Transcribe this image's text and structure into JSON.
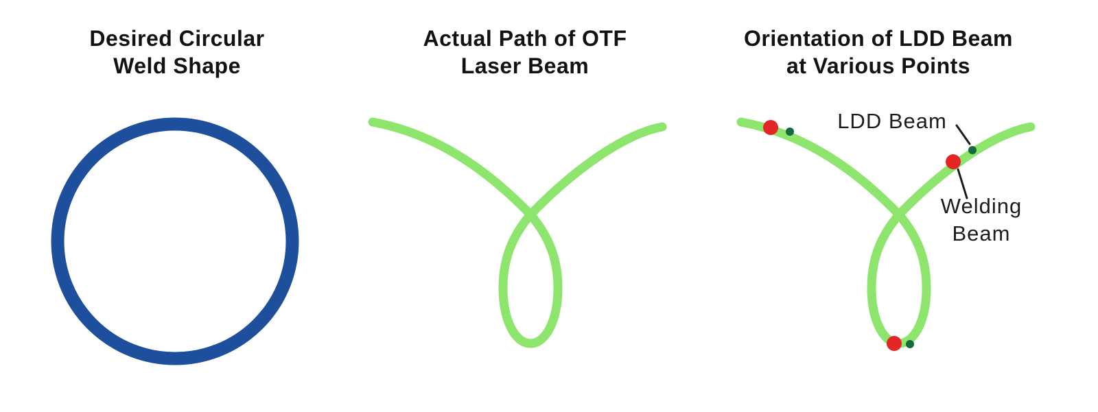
{
  "colors": {
    "weld_circle_blue": "#1e4f9c",
    "laser_path_green": "#8de56d",
    "ldd_beam_green": "#17683c",
    "welding_beam_red": "#e42525",
    "annotation_black": "#1c1c1c"
  },
  "panels": {
    "desired": {
      "title_line1": "Desired Circular",
      "title_line2": "Weld Shape"
    },
    "actual": {
      "title_line1": "Actual Path of OTF",
      "title_line2": "Laser Beam"
    },
    "orientation": {
      "title_line1": "Orientation of LDD Beam",
      "title_line2": "at Various Points"
    }
  },
  "annotations": {
    "ldd_beam_label": "LDD Beam",
    "welding_beam_label_line1": "Welding",
    "welding_beam_label_line2": "Beam"
  }
}
